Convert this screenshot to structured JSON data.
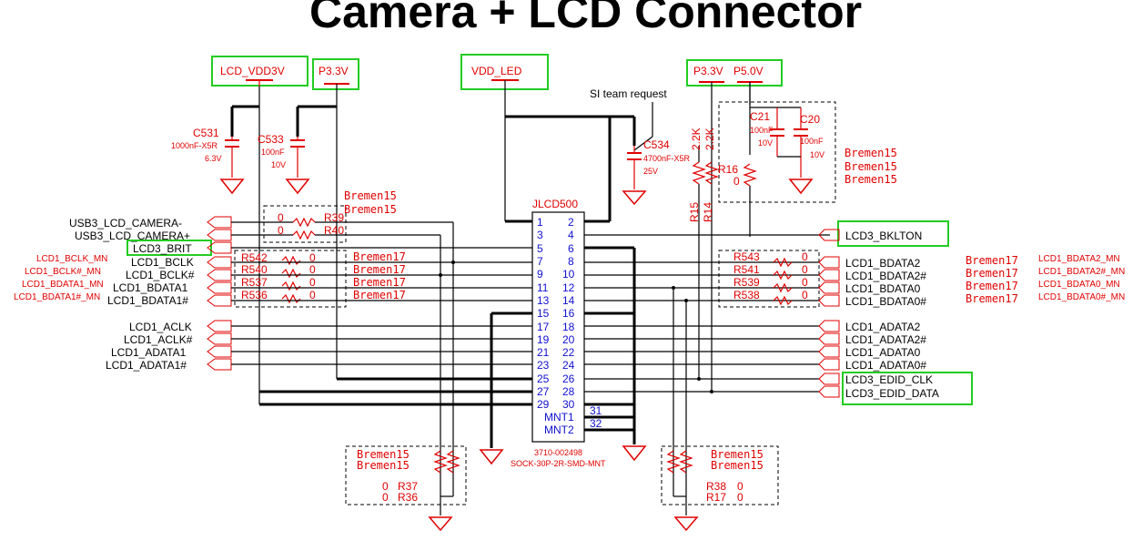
{
  "title": "Camera + LCD Connector",
  "note": "SI team request",
  "power_labels": {
    "lcd_vdd3v": "LCD_VDD3V",
    "p33_left": "P3.3V",
    "vdd_led": "VDD_LED",
    "p33_right": "P3.3V",
    "p50": "P5.0V"
  },
  "capacitors": {
    "c531": {
      "ref": "C531",
      "value": "1000nF-X5R",
      "voltage": "6.3V"
    },
    "c533": {
      "ref": "C533",
      "value": "100nF",
      "voltage": "10V"
    },
    "c534": {
      "ref": "C534",
      "value": "4700nF-X5R",
      "voltage": "25V"
    },
    "c21": {
      "ref": "C21",
      "value": "100nF",
      "voltage": "10V"
    },
    "c20": {
      "ref": "C20",
      "value": "100nF",
      "voltage": "10V"
    }
  },
  "bremen": {
    "b15": "Bremen15",
    "b17": "Bremen17"
  },
  "resistors": {
    "r39": "R39",
    "r40": "R40",
    "r39_val": "0",
    "r40_val": "0",
    "r542": "R542",
    "r540": "R540",
    "r537": "R537",
    "r536": "R536",
    "r543": "R543",
    "r541": "R541",
    "r539": "R539",
    "r538": "R538",
    "r15": "R15",
    "r14": "R14",
    "r16": "R16",
    "r16_val": "0",
    "r15_val": "2.2K",
    "r14_val": "2.2K",
    "r37": "R37",
    "r36": "R36",
    "r38": "R38",
    "r17": "R17",
    "zero": "0"
  },
  "connector": {
    "ref": "JLCD500",
    "part": "3710-002498",
    "footprint": "SOCK-30P-2R-SMD-MNT",
    "left_pins": [
      "1",
      "3",
      "5",
      "7",
      "9",
      "11",
      "13",
      "15",
      "17",
      "19",
      "21",
      "23",
      "25",
      "27",
      "29"
    ],
    "right_pins": [
      "2",
      "4",
      "6",
      "8",
      "10",
      "12",
      "14",
      "16",
      "18",
      "20",
      "22",
      "24",
      "26",
      "28",
      "30"
    ],
    "mnt": [
      "MNT1",
      "MNT2"
    ],
    "mnt_pins": [
      "31",
      "32"
    ]
  },
  "left_nets": {
    "usb_minus": "USB3_LCD_CAMERA-",
    "usb_plus": "USB3_LCD_CAMERA+",
    "brit": "LCD3_BRIT",
    "bclk": "LCD1_BCLK",
    "bclk_n": "LCD1_BCLK#",
    "bdata1": "LCD1_BDATA1",
    "bdata1_n": "LCD1_BDATA1#",
    "aclk": "LCD1_ACLK",
    "aclk_n": "LCD1_ACLK#",
    "adata1": "LCD1_ADATA1",
    "adata1_n": "LCD1_ADATA1#"
  },
  "left_mn": {
    "bclk_mn": "LCD1_BCLK_MN",
    "bclk_n_mn": "LCD1_BCLK#_MN",
    "bdata1_mn": "LCD1_BDATA1_MN",
    "bdata1_n_mn": "LCD1_BDATA1#_MN"
  },
  "right_nets": {
    "bklton": "LCD3_BKLTON",
    "bdata2": "LCD1_BDATA2",
    "bdata2_n": "LCD1_BDATA2#",
    "bdata0": "LCD1_BDATA0",
    "bdata0_n": "LCD1_BDATA0#",
    "adata2": "LCD1_ADATA2",
    "adata2_n": "LCD1_ADATA2#",
    "adata0": "LCD1_ADATA0",
    "adata0_n": "LCD1_ADATA0#",
    "edid_clk": "LCD3_EDID_CLK",
    "edid_data": "LCD3_EDID_DATA"
  },
  "right_mn": {
    "bdata2_mn": "LCD1_BDATA2_MN",
    "bdata2_n_mn": "LCD1_BDATA2#_MN",
    "bdata0_mn": "LCD1_BDATA0_MN",
    "bdata0_n_mn": "LCD1_BDATA0#_MN"
  },
  "colors": {
    "wire": "#000000",
    "component": "#e00000",
    "pin": "#1010d0",
    "highlight": "#22cc22"
  }
}
